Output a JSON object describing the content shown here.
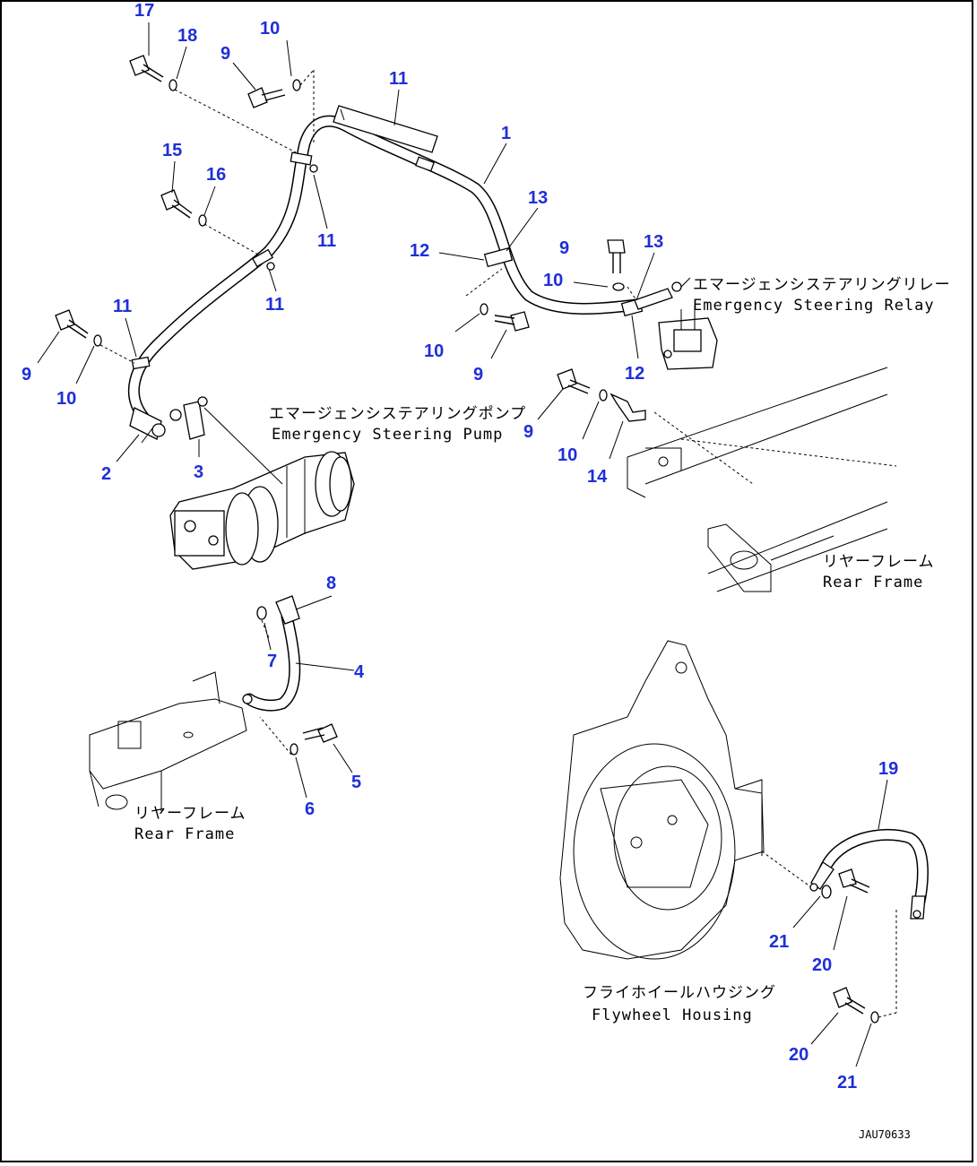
{
  "colors": {
    "callout": "#1f2fd8",
    "line": "#000000",
    "background": "#ffffff"
  },
  "callouts": [
    "17",
    "18",
    "10",
    "9",
    "11",
    "1",
    "15",
    "16",
    "11",
    "11",
    "13",
    "12",
    "9",
    "13",
    "10",
    "11",
    "9",
    "10",
    "12",
    "10",
    "9",
    "9",
    "10",
    "14",
    "2",
    "3",
    "8",
    "7",
    "4",
    "5",
    "6",
    "19",
    "21",
    "20",
    "20",
    "21"
  ],
  "labels": {
    "relay_jp": "エマージェンシステアリングリレー",
    "relay_en": "Emergency Steering Relay",
    "pump_jp": "エマージェンシステアリングポンプ",
    "pump_en": "Emergency Steering Pump",
    "rear_frame_right_jp": "リヤーフレーム",
    "rear_frame_right_en": "Rear Frame",
    "rear_frame_left_jp": "リヤーフレーム",
    "rear_frame_left_en": "Rear Frame",
    "flywheel_jp": "フライホイールハウジング",
    "flywheel_en": "Flywheel Housing"
  },
  "drawing_code": "JAU70633"
}
